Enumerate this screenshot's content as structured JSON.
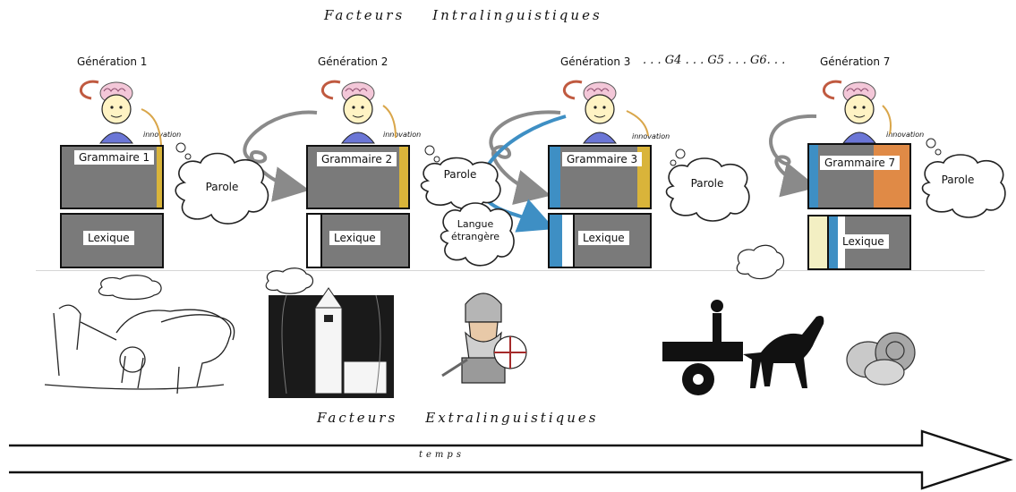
{
  "title_top": "Facteurs    Intralinguistiques",
  "title_bottom": "Facteurs    Extralinguistiques",
  "time_label": "temps",
  "generations": [
    {
      "label": "Génération 1",
      "grammar": "Grammaire 1",
      "lexicon": "Lexique",
      "innovation": "innovation",
      "speech": "Parole"
    },
    {
      "label": "Génération 2",
      "grammar": "Grammaire 2",
      "lexicon": "Lexique",
      "innovation": "innovation",
      "speech": "Parole"
    },
    {
      "label": "Génération 3",
      "grammar": "Grammaire 3",
      "lexicon": "Lexique",
      "innovation": "innovation",
      "speech": "Parole"
    },
    {
      "label": "Génération 7",
      "grammar": "Grammaire 7",
      "lexicon": "Lexique",
      "innovation": "innovation",
      "speech": "Parole"
    }
  ],
  "more_generations": ". . . G4 . . . G5 . . . G6. . .",
  "foreign_language": "Langue étrangère",
  "colors": {
    "grammar_box": "#7a7a7a",
    "gold_strip": "#d9b43a",
    "blue_strip": "#3e8fc4",
    "orange_block": "#e08a46",
    "cream_strip": "#f3efc3",
    "arrow_blue": "#3e8fc4",
    "arrow_gray": "#8a8a8a"
  },
  "icons": [
    "head-with-brain-icon",
    "thought-cloud-icon",
    "plough-with-oxen-icon",
    "church-icon",
    "warrior-with-shield-icon",
    "horse-cart-icon",
    "coins-icon",
    "time-arrow-icon"
  ]
}
